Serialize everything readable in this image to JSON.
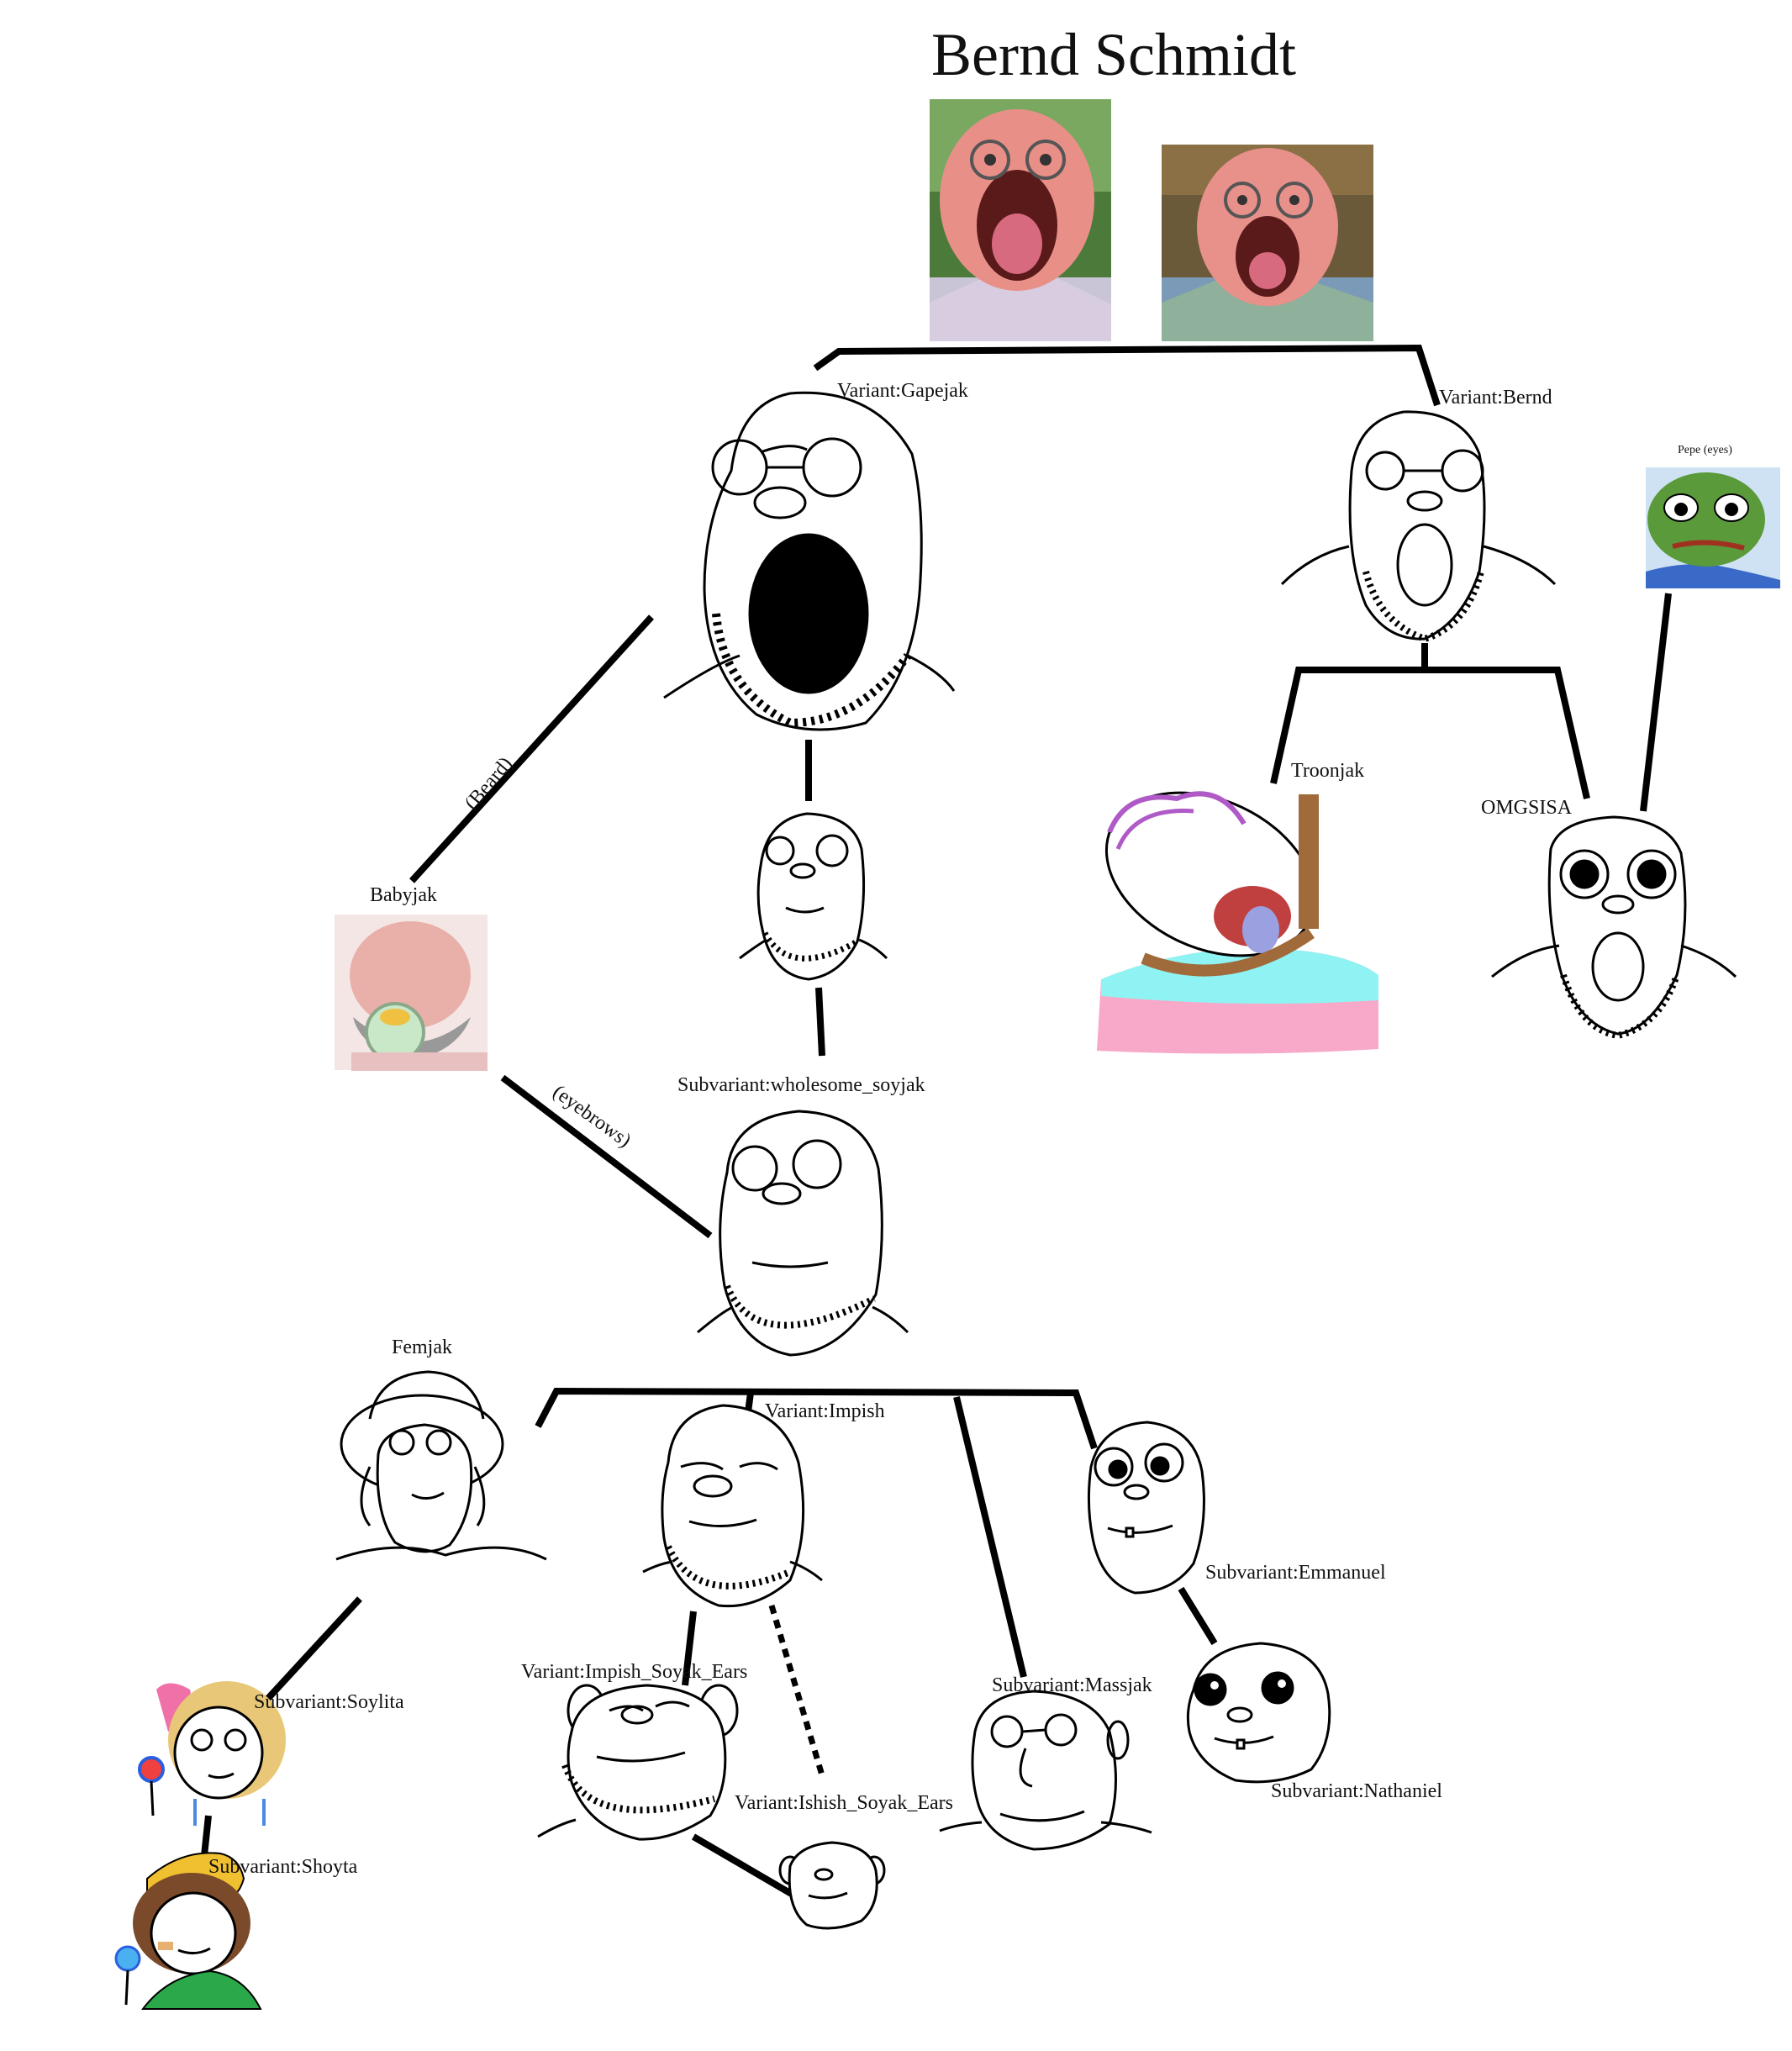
{
  "title": "Bernd Schmidt",
  "labels": {
    "gapejak": "Variant:Gapejak",
    "bernd": "Variant:Bernd",
    "pepe": "Pepe (eyes)",
    "troonjak": "Troonjak",
    "omgsisa": "OMGSISA",
    "babyjak": "Babyjak",
    "beard": "(Beard)",
    "eyebrows": "(eyebrows)",
    "wholesome": "Subvariant:wholesome_soyjak",
    "femjak": "Femjak",
    "impish": "Variant:Impish",
    "emmanuel": "Subvariant:Emmanuel",
    "soylita": "Subvariant:Soylita",
    "impish_ears": "Variant:Impish_Soyak_Ears",
    "massjak": "Subvariant:Massjak",
    "nathaniel": "Subvariant:Nathaniel",
    "ishish": "Variant:Ishish_Soyak_Ears",
    "shoyta": "Subvariant:Shoyta"
  },
  "colors": {
    "line": "#000000",
    "skin_photo": "#e88a84",
    "pepe_green": "#5a9a3a",
    "pepe_bg": "#cfe2f3",
    "troon_hair": "#b05ac8",
    "troon_shirt_cyan": "#8ff3f3",
    "troon_shirt_pink": "#f8a8c8",
    "rope": "#a06a3a",
    "bow_pink": "#f070a8",
    "hair_blonde": "#e8c878",
    "hair_brown": "#7a4a2a",
    "hat_yellow": "#f0c030",
    "shirt_green": "#2aa84a"
  }
}
